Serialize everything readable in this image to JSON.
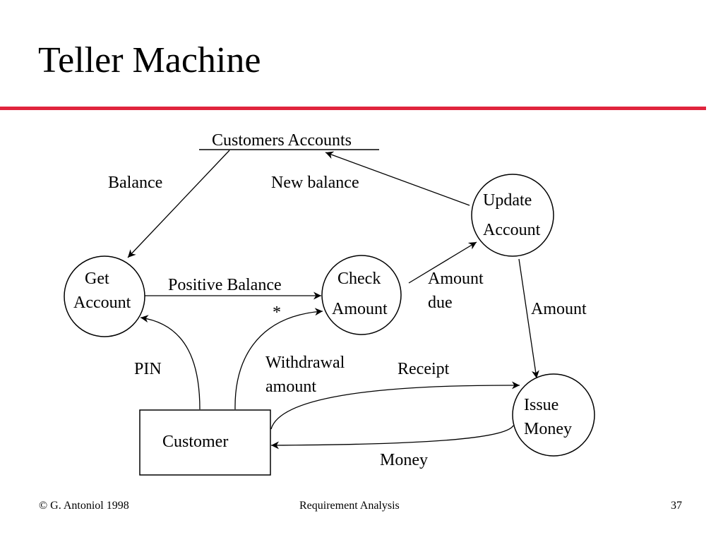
{
  "slide": {
    "title": "Teller Machine"
  },
  "diagram": {
    "data_store": "Customers Accounts",
    "processes": {
      "get_account": [
        "Get",
        "Account"
      ],
      "check_amount": [
        "Check",
        "Amount"
      ],
      "update_account": [
        "Update",
        "Account"
      ],
      "issue_money": [
        "Issue",
        "Money"
      ]
    },
    "external_entity": "Customer",
    "flows": {
      "balance": "Balance",
      "new_balance": "New balance",
      "positive_balance": "Positive Balance",
      "star": "*",
      "amount_due": [
        "Amount",
        "due"
      ],
      "amount": "Amount",
      "pin": "PIN",
      "withdrawal_amount": [
        "Withdrawal",
        "amount"
      ],
      "receipt": "Receipt",
      "money": "Money"
    }
  },
  "footer": {
    "author": "© G. Antoniol 1998",
    "course": "Requirement Analysis",
    "page": "37"
  }
}
